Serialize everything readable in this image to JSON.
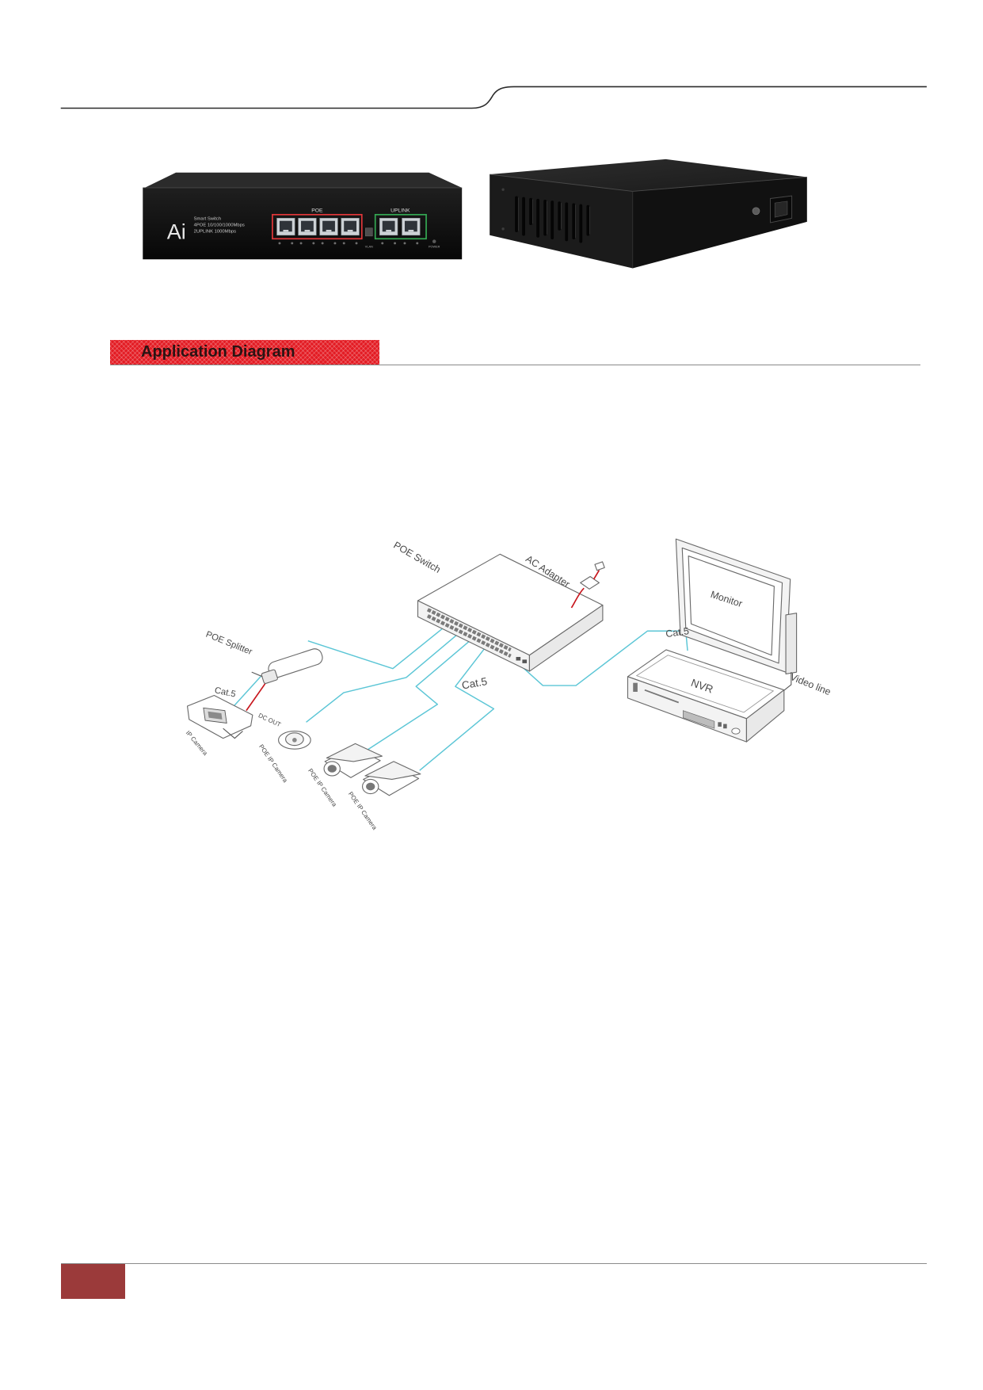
{
  "products": {
    "front": {
      "brand": "Ai",
      "line1": "Smart Switch",
      "line2": "4POE 10/100/1000Mbps",
      "line3": "2UPLINK 1000Mbps",
      "poe_group": "POE",
      "uplink_group": "UPLINK",
      "vlan": "VLAN",
      "power": "POWER"
    }
  },
  "section": {
    "title": "Application Diagram"
  },
  "diagram": {
    "poe_switch": "POE Switch",
    "ac_adapter": "AC Adapter",
    "monitor": "Monitor",
    "nvr": "NVR",
    "video_line": "Video line",
    "cat5_nvr": "Cat.5",
    "cat5_middle": "Cat.5",
    "cat5_splitter": "Cat.5",
    "poe_splitter": "POE Splitter",
    "dc_out": "DC OUT",
    "ip_camera": "IP Camera",
    "poe_ip_camera_dome": "POE IP Camera",
    "poe_ip_camera_bullet_1": "POE IP Camera",
    "poe_ip_camera_bullet_2": "POE IP Camera"
  },
  "colors": {
    "banner_red": "#e31b23",
    "footer_red": "#9b3a3a",
    "cable_cyan": "#5cc6d6",
    "power_cable_red": "#c8161d",
    "poe_port_frame": "#e2373a",
    "uplink_port_frame": "#34a853"
  }
}
